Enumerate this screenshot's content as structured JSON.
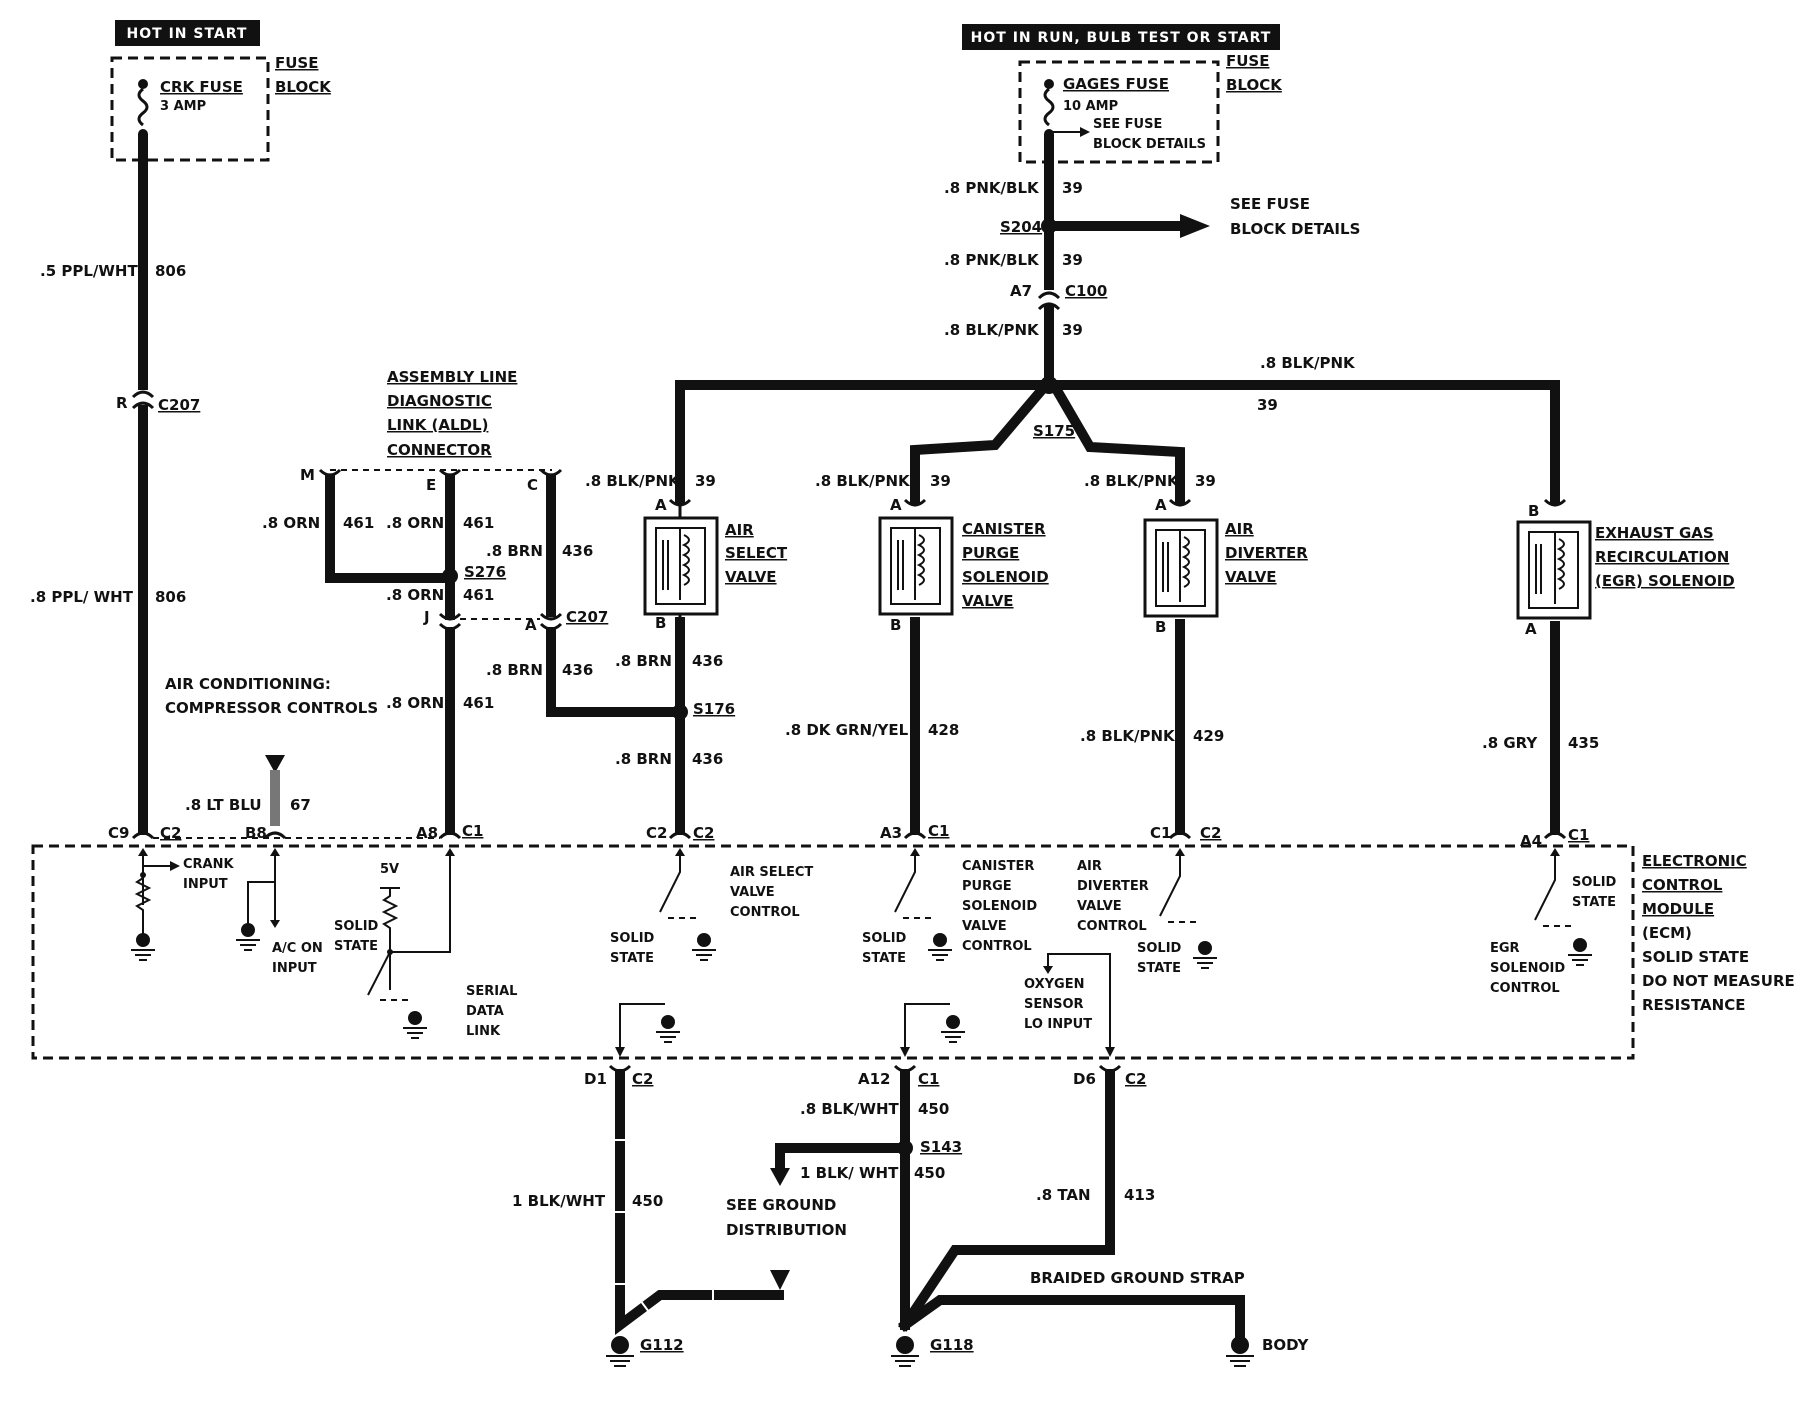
{
  "headers": {
    "left": "HOT IN START",
    "right": "HOT IN RUN, BULB TEST OR START"
  },
  "fuse_block": {
    "label_line1": "FUSE",
    "label_line2": "BLOCK",
    "crk_fuse": "CRK FUSE",
    "crk_amp": "3 AMP",
    "gages_fuse": "GAGES FUSE",
    "gages_amp": "10 AMP",
    "see_fuse_line1": "SEE FUSE",
    "see_fuse_line2": "BLOCK DETAILS"
  },
  "see_fuse_block_details": {
    "line1": "SEE FUSE",
    "line2": "BLOCK DETAILS"
  },
  "aldl": {
    "line1": "ASSEMBLY LINE",
    "line2": "DIAGNOSTIC",
    "line3": "LINK (ALDL)",
    "line4": "CONNECTOR"
  },
  "wires": {
    "w806a": {
      "color": ".5 PPL/WHT",
      "circuit": "806"
    },
    "w806b": {
      "color": ".8 PPL/ WHT",
      "circuit": "806"
    },
    "w39a": {
      "color": ".8 PNK/BLK",
      "circuit": "39"
    },
    "w39b": {
      "color": ".8 PNK/BLK",
      "circuit": "39"
    },
    "w39c": {
      "color": ".8 BLK/PNK",
      "circuit": "39"
    },
    "w39d": {
      "color": ".8 BLK/PNK",
      "circuit": "39"
    },
    "w39e": {
      "color": ".8 BLK/PNK",
      "circuit": "39"
    },
    "w39f": {
      "color": ".8 BLK/PNK",
      "circuit": "39"
    },
    "w39g": {
      "color": ".8 BLK/PNK",
      "circuit": "39"
    },
    "w461a": {
      "color": ".8 ORN",
      "circuit": "461"
    },
    "w461b": {
      "color": ".8 ORN",
      "circuit": "461"
    },
    "w461c": {
      "color": ".8 ORN",
      "circuit": "461"
    },
    "w461d": {
      "color": ".8 ORN",
      "circuit": "461"
    },
    "w436a": {
      "color": ".8 BRN",
      "circuit": "436"
    },
    "w436b": {
      "color": ".8 BRN",
      "circuit": "436"
    },
    "w436c": {
      "color": ".8 BRN",
      "circuit": "436"
    },
    "w436d": {
      "color": ".8 BRN",
      "circuit": "436"
    },
    "w67": {
      "color": ".8 LT BLU",
      "circuit": "67"
    },
    "w428": {
      "color": ".8 DK GRN/YEL",
      "circuit": "428"
    },
    "w429": {
      "color": ".8 BLK/PNK",
      "circuit": "429"
    },
    "w435": {
      "color": ".8 GRY",
      "circuit": "435"
    },
    "w450a": {
      "color": "1 BLK/WHT",
      "circuit": "450"
    },
    "w450b": {
      "color": ".8 BLK/WHT",
      "circuit": "450"
    },
    "w450c": {
      "color": "1 BLK/ WHT",
      "circuit": "450"
    },
    "w413": {
      "color": ".8 TAN",
      "circuit": "413"
    }
  },
  "connectors": {
    "c207": "C207",
    "c100": "C100",
    "c2": "C2",
    "c1": "C1",
    "pin_r": "R",
    "pin_a7": "A7",
    "pin_m": "M",
    "pin_e": "E",
    "pin_c": "C",
    "pin_j": "J",
    "pin_a": "A",
    "pin_b": "B",
    "pin_c9": "C9",
    "pin_b8": "B8",
    "pin_a8": "A8",
    "pin_c2": "C2",
    "pin_a3": "A3",
    "pin_c1": "C1",
    "pin_a4": "A4",
    "pin_d1": "D1",
    "pin_a12": "A12",
    "pin_d6": "D6"
  },
  "splices": {
    "s204": "S204",
    "s175": "S175",
    "s276": "S276",
    "s176": "S176",
    "s143": "S143"
  },
  "components": {
    "air_select": [
      "AIR",
      "SELECT",
      "VALVE"
    ],
    "canister": [
      "CANISTER",
      "PURGE",
      "SOLENOID",
      "VALVE"
    ],
    "air_diverter": [
      "AIR",
      "DIVERTER",
      "VALVE"
    ],
    "egr": [
      "EXHAUST GAS",
      "RECIRCULATION",
      "(EGR) SOLENOID"
    ]
  },
  "ecm": {
    "title_lines": [
      "ELECTRONIC",
      "CONTROL",
      "MODULE"
    ],
    "info_lines": [
      "(ECM)",
      "SOLID STATE",
      "DO NOT MEASURE",
      "RESISTANCE"
    ],
    "crank_input": [
      "CRANK",
      "INPUT"
    ],
    "ac_on_input": [
      "A/C ON",
      "INPUT"
    ],
    "five_v": "5V",
    "solid_state": [
      "SOLID",
      "STATE"
    ],
    "serial_data": [
      "SERIAL",
      "DATA",
      "LINK"
    ],
    "air_select_ctrl": [
      "AIR SELECT",
      "VALVE",
      "CONTROL"
    ],
    "canister_ctrl": [
      "CANISTER",
      "PURGE",
      "SOLENOID",
      "VALVE",
      "CONTROL"
    ],
    "diverter_ctrl": [
      "AIR",
      "DIVERTER",
      "VALVE",
      "CONTROL"
    ],
    "egr_ctrl": [
      "EGR",
      "SOLENOID",
      "CONTROL"
    ],
    "oxygen": [
      "OXYGEN",
      "SENSOR",
      "LO INPUT"
    ]
  },
  "misc": {
    "ac_controls_line1": "AIR CONDITIONING:",
    "ac_controls_line2": "COMPRESSOR CONTROLS",
    "see_ground_line1": "SEE GROUND",
    "see_ground_line2": "DISTRIBUTION",
    "braided": "BRAIDED GROUND STRAP",
    "body": "BODY",
    "g112": "G112",
    "g118": "G118"
  }
}
